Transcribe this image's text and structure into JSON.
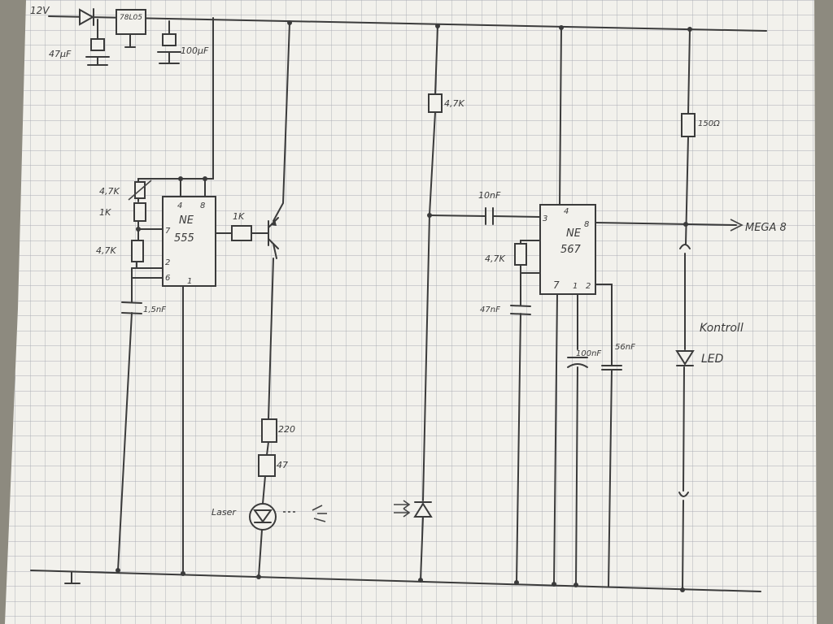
{
  "labels": {
    "supply_voltage": "12V",
    "regulator": "78L05",
    "cap_in": "47µF",
    "cap_out": "100µF",
    "pot": "4,7K",
    "r1k_a": "1K",
    "r47k_timing": "4,7K",
    "cap_timing": "1,5nF",
    "ne555_line1": "NE",
    "ne555_line2": "555",
    "ne555_pin4": "4",
    "ne555_pin8": "8",
    "ne555_pin7": "7",
    "ne555_pin2": "2",
    "ne555_pin6": "6",
    "ne555_pin1": "1",
    "r1k_base": "1K",
    "r220": "220",
    "r47": "47",
    "laser": "Laser",
    "r47k_pullup": "4,7K",
    "cap_10nf": "10nF",
    "ne567_line1": "NE",
    "ne567_line2": "567",
    "ne567_pin3": "3",
    "ne567_pin4": "4",
    "ne567_pin8": "8",
    "ne567_pin7": "7",
    "ne567_pin1": "1",
    "ne567_pin2": "2",
    "r47k_567": "4,7K",
    "cap_47nf": "47nF",
    "cap_100nf": "100nF",
    "cap_56nf": "56nF",
    "r150": "150Ω",
    "output": "MEGA 8",
    "kontroll": "Kontroll",
    "led": "LED"
  },
  "colors": {
    "paper": "#f2f1ec",
    "grid": "#a9acb4",
    "ink": "#3b3b3b",
    "background": "#8d8a7f"
  }
}
